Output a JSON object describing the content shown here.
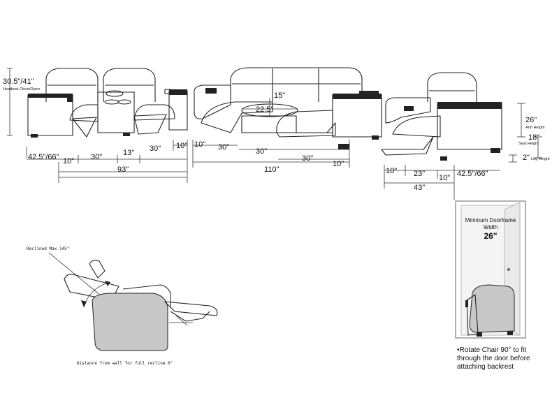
{
  "loveseat": {
    "height": "30.5\"/41\"",
    "height_caption": "Headrest Close/Open",
    "depth": "42.5\"/66\"",
    "segments": [
      "10\"",
      "30\"",
      "13\"",
      "30\"",
      "10\""
    ],
    "total": "93\""
  },
  "sofa": {
    "segments": [
      "10\"",
      "30\"",
      "30\"",
      "30\"",
      "10\""
    ],
    "total": "110\"",
    "console_depth": "15\"",
    "console_width": "22.5\""
  },
  "chair": {
    "arm_height": "26\"",
    "arm_caption": "Arm Height",
    "seat_height": "18\"",
    "seat_caption": "Seat Height",
    "leg_height": "2\"",
    "leg_caption": "Leg Height",
    "segments": [
      "10\"",
      "23\"",
      "10\""
    ],
    "depth": "42.5\"/66\"",
    "total": "43\""
  },
  "recline": {
    "label": "Reclined Max 145°",
    "wall_note": "Distance from wall for full recline 6\""
  },
  "door": {
    "title_line1": "Minimum Doorframe",
    "title_line2": "Width",
    "width": "26\"",
    "note_line1": "•Rotate Chair 90° to fit",
    "note_line2": "through the door before",
    "note_line3": "attaching backrest"
  }
}
